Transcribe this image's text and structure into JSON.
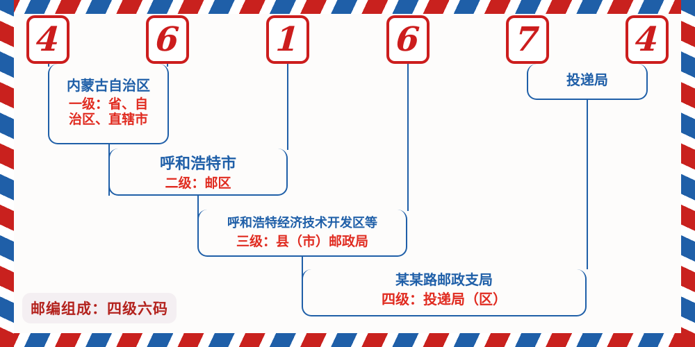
{
  "meta": {
    "title": "中国邮政编码结构图",
    "accent_red": "#cc1d1d",
    "accent_blue": "#1f5fa8",
    "label_red": "#e02b20",
    "badge_bg": "#f4eff2",
    "badge_text_color": "#b3221d",
    "page_bg": "#fdfcfb"
  },
  "postcode": {
    "full": "461674",
    "digits": [
      {
        "value": "4",
        "index": 1
      },
      {
        "value": "6",
        "index": 2
      },
      {
        "value": "1",
        "index": 3
      },
      {
        "value": "6",
        "index": 4
      },
      {
        "value": "7",
        "index": 5
      },
      {
        "value": "4",
        "index": 6
      }
    ]
  },
  "levels": [
    {
      "id": "level-1",
      "place": "内蒙古自治区",
      "level_label": "一级：省、自\n治区、直辖市",
      "covers_digits": "1-2"
    },
    {
      "id": "level-2",
      "place": "呼和浩特市",
      "level_label": "二级：邮区",
      "covers_digits": "1-3"
    },
    {
      "id": "level-3",
      "place": "呼和浩特经济技术开发区等",
      "level_label": "三级：县（市）邮政局",
      "covers_digits": "3-4"
    },
    {
      "id": "level-4",
      "place": "某某路邮政支局",
      "level_label": "四级：投递局（区）",
      "covers_digits": "4-6"
    }
  ],
  "delivery_node": {
    "label": "投递局",
    "covers_digits": "5-6"
  },
  "badge": {
    "text": "邮编组成：四级六码"
  }
}
